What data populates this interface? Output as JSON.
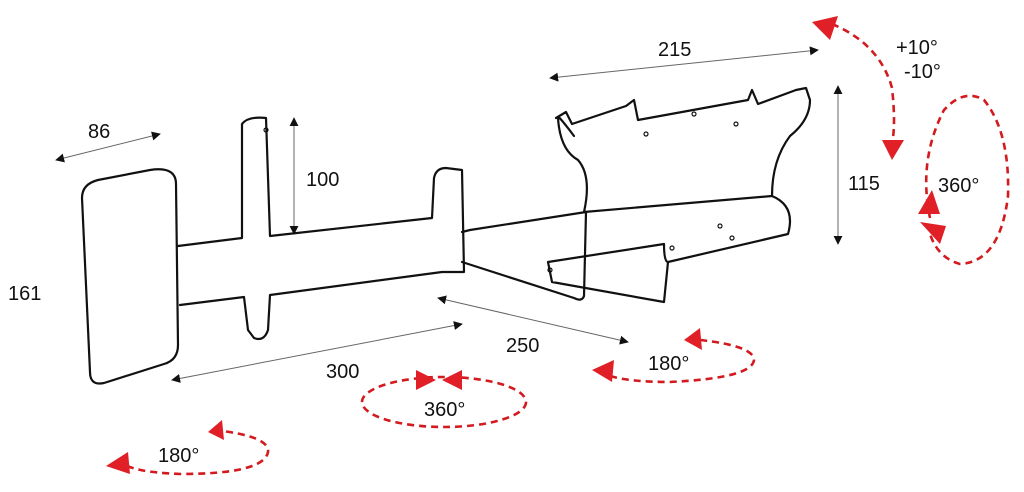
{
  "diagram": {
    "dimensions": {
      "base_width": "86",
      "base_height": "161",
      "post_height": "100",
      "arm1_length": "300",
      "arm2_length": "250",
      "plate_width": "215",
      "plate_height": "115"
    },
    "rotations": {
      "base": "180°",
      "arm_joint": "360°",
      "plate_joint": "180°",
      "plate_rotation": "360°",
      "tilt_up": "+10°",
      "tilt_down": "-10°"
    },
    "colors": {
      "outline": "#111111",
      "dimension": "#666666",
      "rotation": "#d21a1f"
    }
  }
}
